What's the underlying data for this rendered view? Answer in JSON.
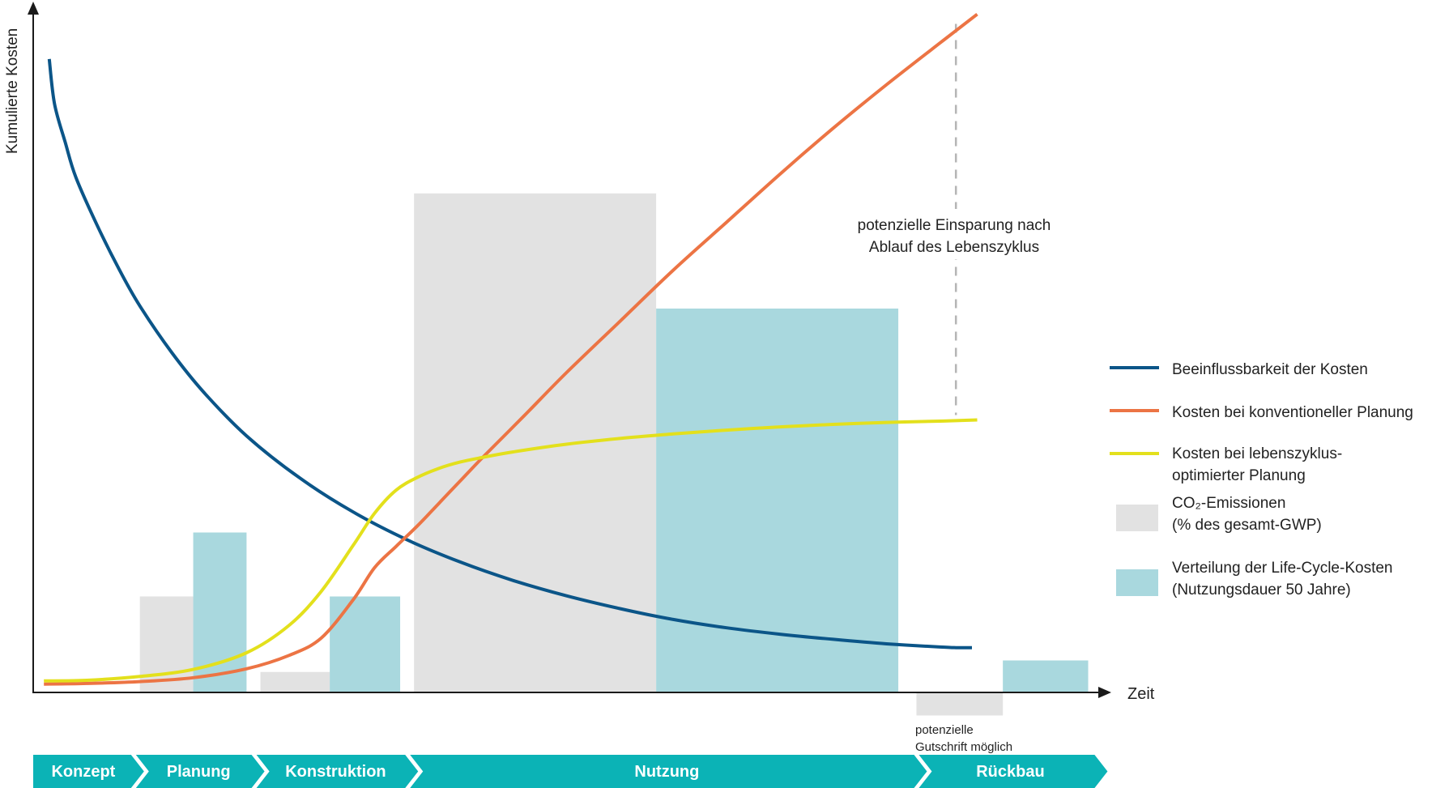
{
  "colors": {
    "influence": "#0b5588",
    "conventional": "#ec7444",
    "optimized": "#e3e01c",
    "co2": "#e2e2e2",
    "lcc": "#a9d8de",
    "phase": "#0bb3b6",
    "axis": "#1a1a1a"
  },
  "chart_data": {
    "type": "line",
    "ylabel": "Kumulierte Kosten",
    "xlabel": "Zeit",
    "x_range": [
      0,
      100
    ],
    "y_range": [
      0,
      100
    ],
    "series": [
      {
        "name": "Beeinflussbarkeit der Kosten",
        "color_key": "influence",
        "x": [
          1.5,
          2,
          3,
          4,
          6,
          8,
          10,
          13,
          16,
          20,
          25,
          30,
          35,
          40,
          45,
          50,
          55,
          60,
          65,
          70,
          75,
          80,
          85,
          86.5,
          88
        ],
        "y": [
          99,
          92,
          86,
          80.5,
          73,
          66.3,
          60.4,
          53.1,
          46.9,
          40.1,
          33.5,
          28.2,
          23.9,
          20.4,
          17.5,
          15.1,
          13.1,
          11.4,
          10.1,
          9.1,
          8.3,
          7.6,
          7.1,
          7.0,
          7.0
        ]
      },
      {
        "name": "Kosten bei konventioneller Planung",
        "color_key": "conventional",
        "x": [
          1,
          5,
          10,
          15,
          20,
          24,
          27,
          30,
          32,
          34,
          36,
          38,
          40,
          42,
          46,
          50,
          55,
          60,
          65,
          70,
          75,
          80,
          85,
          88.5
        ],
        "y": [
          1.3,
          1.4,
          1.7,
          2.3,
          3.7,
          5.8,
          8.5,
          14.5,
          19.5,
          22.8,
          26.0,
          29.5,
          33.0,
          36.5,
          43.2,
          50.0,
          58.0,
          66.0,
          73.5,
          81.0,
          88.2,
          95.0,
          101.5,
          106.0
        ]
      },
      {
        "name": "Kosten bei lebenszyklus-optimierter Planung",
        "color_key": "optimized",
        "x": [
          1,
          5,
          10,
          15,
          20,
          24,
          27,
          30,
          32,
          34,
          36,
          38,
          40,
          42,
          45,
          50,
          55,
          60,
          65,
          70,
          75,
          80,
          85,
          88.5
        ],
        "y": [
          1.8,
          1.9,
          2.5,
          3.6,
          6.2,
          10.5,
          15.8,
          23.0,
          28.0,
          31.6,
          33.6,
          35.0,
          36.0,
          36.7,
          37.6,
          38.8,
          39.7,
          40.4,
          41.0,
          41.5,
          41.9,
          42.2,
          42.4,
          42.6
        ]
      }
    ],
    "bar_series": [
      {
        "name": "CO₂-Emissionen (% des gesamt-GWP)",
        "color_key": "co2",
        "bars": [
          {
            "x0": 10,
            "x1": 15,
            "y": 15
          },
          {
            "x0": 21.3,
            "x1": 27.8,
            "y": 3.2
          },
          {
            "x0": 35.7,
            "x1": 58.4,
            "y": 78
          },
          {
            "x0": 82.8,
            "x1": 90.9,
            "y": -3.6
          }
        ]
      },
      {
        "name": "Verteilung der Life-Cycle-Kosten (Nutzungsdauer 50 Jahre)",
        "color_key": "lcc",
        "bars": [
          {
            "x0": 15,
            "x1": 20,
            "y": 25
          },
          {
            "x0": 27.8,
            "x1": 34.4,
            "y": 15
          },
          {
            "x0": 58.4,
            "x1": 81.1,
            "y": 60
          },
          {
            "x0": 90.9,
            "x1": 98.9,
            "y": 5
          }
        ]
      }
    ],
    "savings_marker": {
      "x": 86.5,
      "y_from": 42.6,
      "y_to": 104.5
    },
    "annotations": {
      "savings_line1": "potenzielle Einsparung nach",
      "savings_line2": "Ablauf des Lebenszyklus",
      "credit_line1": "potenzielle",
      "credit_line2": "Gutschrift möglich"
    },
    "legend": {
      "placement": "right",
      "items": [
        {
          "type": "line",
          "color_key": "influence",
          "lines": [
            "Beeinflussbarkeit der Kosten"
          ]
        },
        {
          "type": "line",
          "color_key": "conventional",
          "lines": [
            "Kosten bei konventioneller Planung"
          ]
        },
        {
          "type": "line",
          "color_key": "optimized",
          "lines": [
            "Kosten bei lebenszyklus-",
            "optimierter Planung"
          ]
        },
        {
          "type": "box",
          "color_key": "co2",
          "lines": [
            "CO₂-Emissionen",
            "(% des gesamt-GWP)"
          ]
        },
        {
          "type": "box",
          "color_key": "lcc",
          "lines": [
            "Verteilung der Life-Cycle-Kosten",
            "(Nutzungsdauer 50 Jahre)"
          ]
        }
      ]
    },
    "phases": [
      {
        "label": "Konzept",
        "x0": 0,
        "x1": 9.4
      },
      {
        "label": "Planung",
        "x0": 9.4,
        "x1": 20.7
      },
      {
        "label": "Konstruktion",
        "x0": 20.7,
        "x1": 35.1
      },
      {
        "label": "Nutzung",
        "x0": 35.1,
        "x1": 82.8
      },
      {
        "label": "Rückbau",
        "x0": 82.8,
        "x1": 99.5
      }
    ]
  }
}
